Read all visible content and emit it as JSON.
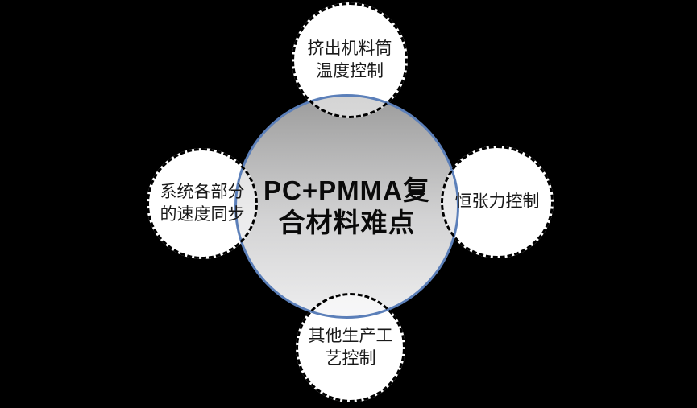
{
  "diagram": {
    "title": "PC+PMMA复合材料难点",
    "background_color": "#000000",
    "center": {
      "label": "PC+PMMA复合材料难点",
      "line1": "PC+PMMA复",
      "line2": "合材料难点",
      "shape": "circle",
      "border_color": "#5b7fb9",
      "gradient_top_color": "#9c9c9c",
      "gradient_bottom_color": "#eeeeee",
      "text_color": "#0a0a0a"
    },
    "nodes": {
      "top": {
        "label": "挤出机料筒温度控制",
        "line1": "挤出机料筒",
        "line2": "温度控制"
      },
      "left": {
        "label": "系统各部分的速度同步",
        "line1": "系统各部分",
        "line2": "的速度同步"
      },
      "right": {
        "label": "恒张力控制",
        "line1": "恒张力控制",
        "line2": ""
      },
      "bottom": {
        "label": "其他生产工艺控制",
        "line1": "其他生产工",
        "line2": "艺控制"
      }
    },
    "node_style": {
      "fill_color": "#ffffff",
      "border_style": "dashed",
      "border_color": "#000000",
      "text_color": "#1a1a1a"
    }
  }
}
